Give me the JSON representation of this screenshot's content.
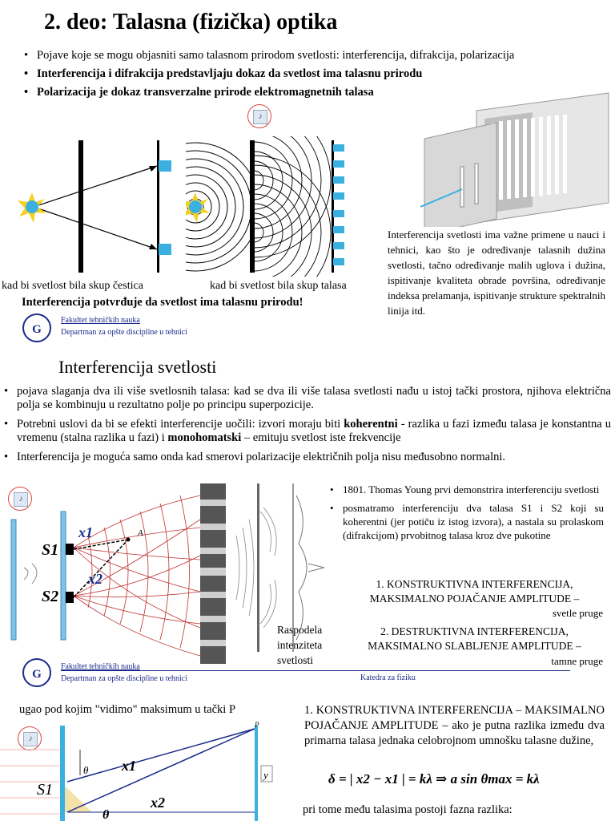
{
  "slide1": {
    "title": "2. deo: Talasna (fizička) optika",
    "bullets": [
      "Pojave koje se mogu objasniti samo talasnom prirodom svetlosti: interferencija, difrakcija, polarizacija",
      "Interferencija i difrakcija predstavljaju dokaz da svetlost ima talasnu prirodu",
      "Polarizacija je dokaz transverzalne prirode elektromagnetnih talasa"
    ],
    "caption_particles": "kad bi svetlost bila skup čestica",
    "caption_waves": "kad bi svetlost bila skup talasa",
    "conclusion": "Interferencija potvrđuje da svetlost ima talasnu prirodu!",
    "applications": "Interferencija svetlosti ima važne primene u nauci i tehnici, kao što je određivanje talasnih dužina svetlosti, tačno određivanje malih uglova i dužina, ispitivanje kvaliteta obrade površina, određivanje indeksa prelamanja, ispitivanje strukture spektralnih linija itd.",
    "faculty": "Fakultet tehničkih nauka",
    "department": "Departman za opšte discipline u tehnici"
  },
  "slide2": {
    "title": "Interferencija svetlosti",
    "bullets": [
      "pojava slaganja dva ili više svetlosnih talasa: kad se dva ili više talasa svetlosti nađu u istoj tački prostora, njihova električna polja se kombinuju u rezultatno polje po principu superpozicije.",
      "Interferencija je moguća samo onda kad smerovi polarizacije električnih polja nisu međusobno normalni."
    ],
    "b2_pre": "Potrebni uslovi da bi se efekti interferencije uočili: izvori moraju biti ",
    "b2_bold1": "koherentni",
    "b2_mid": " - razlika u fazi između talasa je konstantna u vremenu (stalna razlika u fazi) i ",
    "b2_bold2": "monohomatski",
    "b2_post": " – emituju svetlost iste frekvencije",
    "right_bullets": [
      "1801. Thomas Young prvi demonstrira interferenciju svetlosti",
      "posmatramo interferenciju dva talasa S1 i S2 koji su koherentni (jer potiču iz istog izvora), a nastala su prolaskom (difrakcijom) prvobitnog talasa kroz dve pukotine"
    ],
    "constructive_title": "1.  KONSTRUKTIVNA INTERFERENCIJA, MAKSIMALNO POJAČANJE AMPLITUDE –",
    "constructive_result": "svetle pruge",
    "destructive_title": "2.  DESTRUKTIVNA INTERFERENCIJA, MAKSIMALNO SLABLJENJE AMPLITUDE –",
    "destructive_result": "tamne pruge",
    "intensity_label": "Raspodela intenziteta svetlosti",
    "katedra": "Katedra za fiziku",
    "labels": {
      "s1": "S1",
      "s2": "S2",
      "x1": "x1",
      "x2": "x2",
      "a": "A"
    }
  },
  "slide3": {
    "left_text": "ugao pod kojim \"vidimo\" maksimum u tački P",
    "right_heading": "1.  KONSTRUKTIVNA INTERFERENCIJA – MAKSIMALNO POJAČANJE AMPLITUDE – ako je putna razlika između dva primarna talasa jednaka celobrojnom umnošku talasne dužine,",
    "formula": "δ = | x2 − x1 | = kλ   ⇒   a sin θmax = kλ",
    "bottom_text": "pri tome među talasima postoji fazna razlika:",
    "labels": {
      "s1": "S1",
      "x1": "x1",
      "x2": "x2",
      "theta": "θ",
      "y": "y",
      "p": "P"
    }
  },
  "colors": {
    "accent_blue": "#2a9fd6",
    "faculty_blue": "#1a2a8a",
    "speaker_red": "#d44444"
  }
}
